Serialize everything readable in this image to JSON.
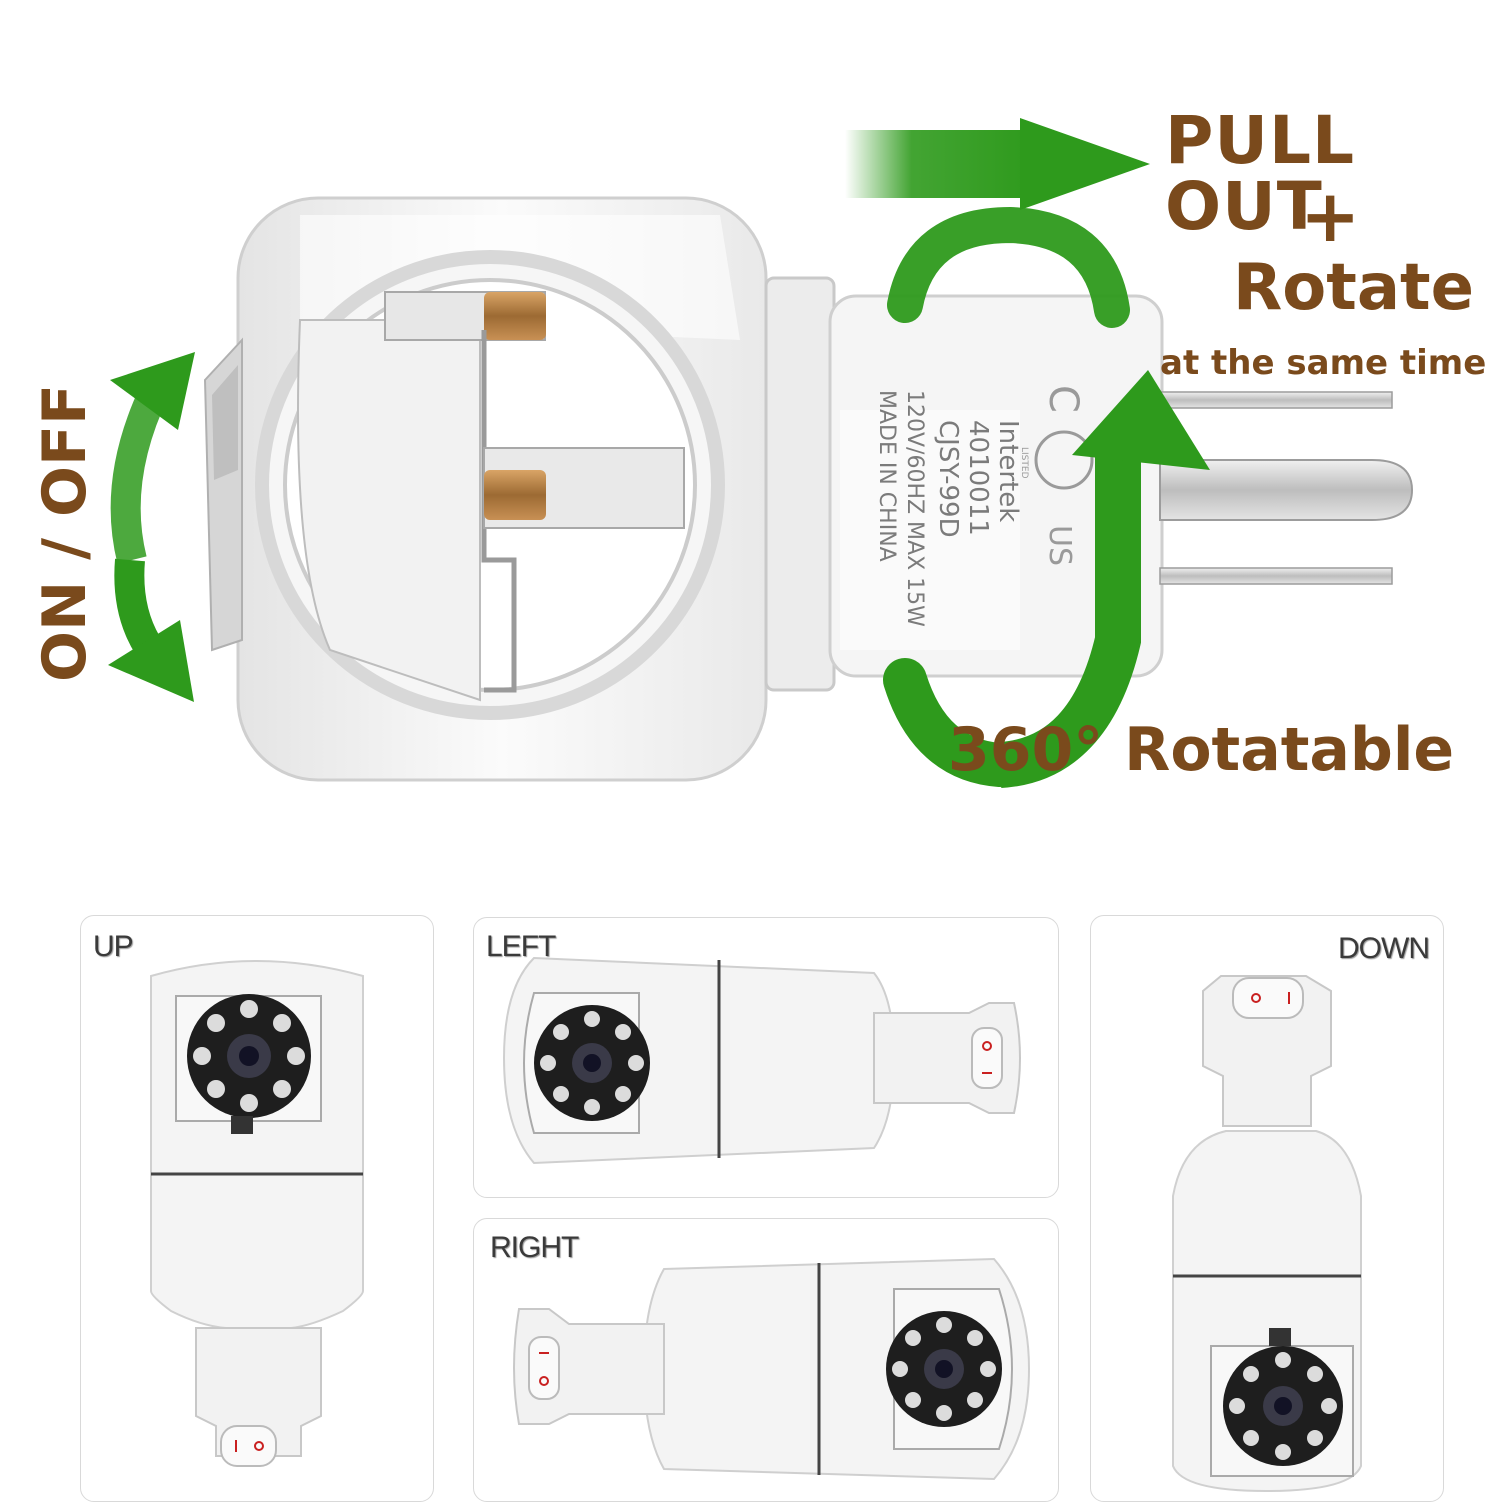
{
  "instructions": {
    "pull_out": "PULL OUT",
    "plus": "+",
    "rotate": "Rotate",
    "same_time": "at the same time",
    "rotatable": "360° Rotatable",
    "on_off": "ON / OFF"
  },
  "plug_markings": {
    "brand": "Intertek",
    "number": "4010011",
    "model": "CJSY-99D",
    "rating": "120V/60HZ MAX 15W",
    "origin": "MADE IN CHINA",
    "cert_left": "C",
    "cert_right": "US",
    "cert_listed": "LISTED"
  },
  "orientation_panels": {
    "up": "UP",
    "left": "LEFT",
    "right": "RIGHT",
    "down": "DOWN"
  },
  "colors": {
    "arrow_green": "#2e9a1c",
    "text_brown": "#7a4a1c",
    "device_white": "#f4f4f4",
    "contact_brass": "#b8844a"
  }
}
